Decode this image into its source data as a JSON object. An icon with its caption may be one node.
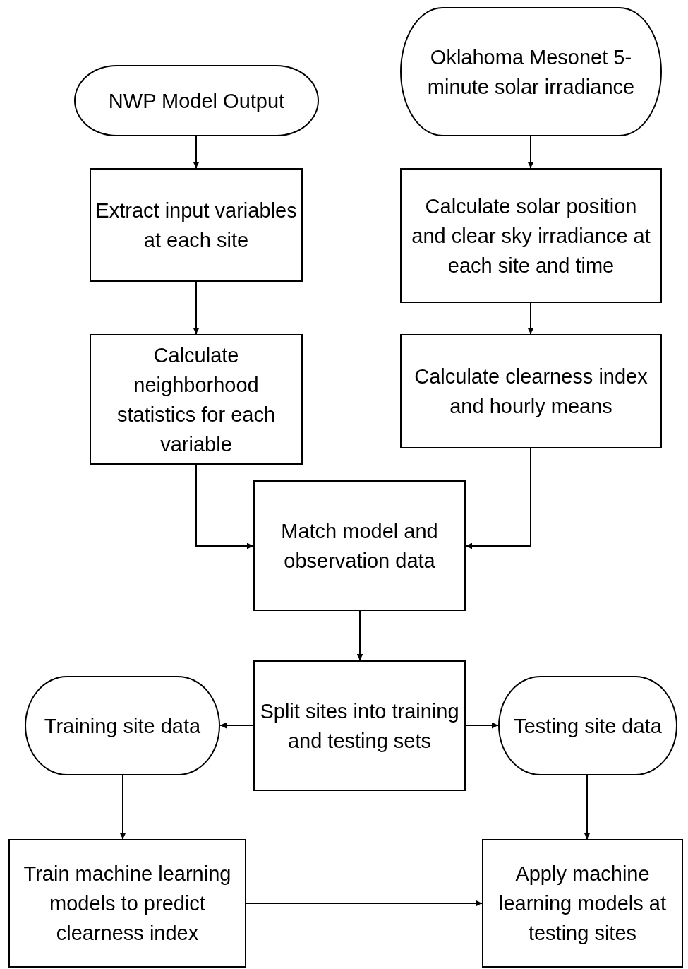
{
  "diagram": {
    "nodes": [
      {
        "text": [
          "NWP Model Output"
        ]
      },
      {
        "text": [
          "Oklahoma Mesonet 5-minute solar irradiance"
        ]
      },
      {
        "text": [
          "Extract input variables at each site"
        ]
      },
      {
        "text": [
          "Calculate solar position and clear sky irradiance at each site and time"
        ]
      },
      {
        "text": [
          "Calculate neighborhood statistics for each variable"
        ]
      },
      {
        "text": [
          "Calculate clearness index and hourly means"
        ]
      },
      {
        "text": [
          "Match model and observation data"
        ]
      },
      {
        "text": [
          "Split sites into training and testing sets"
        ]
      },
      {
        "text": [
          "Training site data"
        ]
      },
      {
        "text": [
          "Testing site data"
        ]
      },
      {
        "text": [
          "Train machine learning models to predict clearness index"
        ]
      },
      {
        "text": [
          "Apply machine learning models at testing sites"
        ]
      }
    ],
    "edges": [
      {
        "from": 0,
        "to": 2,
        "arrow": "to"
      },
      {
        "from": 1,
        "to": 3,
        "arrow": "to"
      },
      {
        "from": 2,
        "to": 4,
        "arrow": "to"
      },
      {
        "from": 3,
        "to": 5,
        "arrow": "to"
      },
      {
        "from": 4,
        "to": 6,
        "arrow": "to"
      },
      {
        "from": 5,
        "to": 6,
        "arrow": "to"
      },
      {
        "from": 6,
        "to": 7,
        "arrow": "to"
      },
      {
        "from": 7,
        "to": 8,
        "arrow": "to"
      },
      {
        "from": 7,
        "to": 9,
        "arrow": "to"
      },
      {
        "from": 8,
        "to": 10,
        "arrow": "to"
      },
      {
        "from": 9,
        "to": 11,
        "arrow": "to"
      },
      {
        "from": 10,
        "to": 11,
        "arrow": "to"
      }
    ]
  }
}
